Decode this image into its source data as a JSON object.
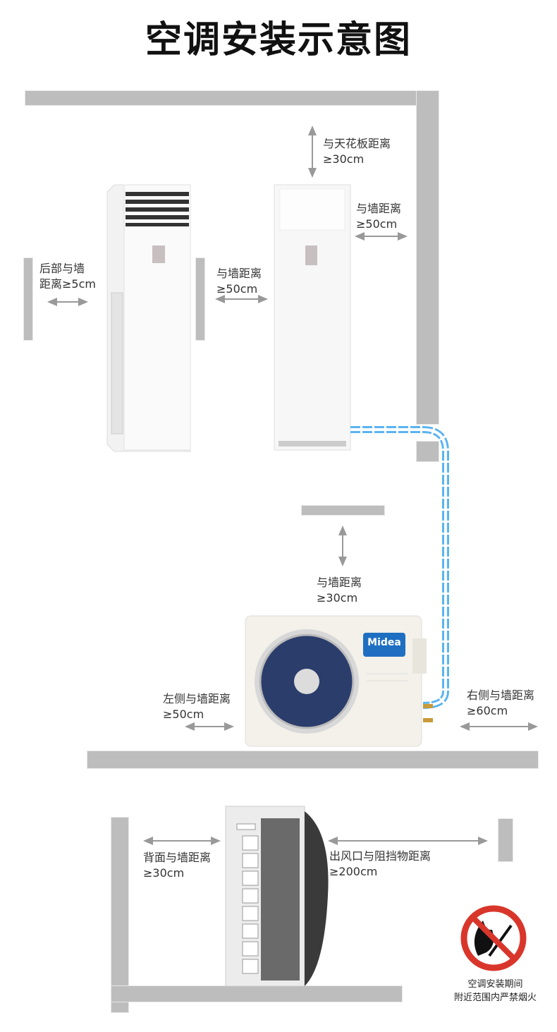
{
  "title": "空调安装示意图",
  "indoor": {
    "back_wall_l1": "后部与墙",
    "back_wall_l2": "距离≥5cm",
    "side_wall_l1": "与墙距离",
    "side_wall_l2": "≥50cm",
    "ceiling_l1": "与天花板距离",
    "ceiling_l2": "≥30cm",
    "right_wall_l1": "与墙距离",
    "right_wall_l2": "≥50cm"
  },
  "outdoor": {
    "top_wall_l1": "与墙距离",
    "top_wall_l2": "≥30cm",
    "left_wall_l1": "左侧与墙距离",
    "left_wall_l2": "≥50cm",
    "right_wall_l1": "右侧与墙距离",
    "right_wall_l2": "≥60cm",
    "brand": "Midea",
    "back_wall_l1": "背面与墙距离",
    "back_wall_l2": "≥30cm",
    "outlet_l1": "出风口与阻挡物距离",
    "outlet_l2": "≥200cm"
  },
  "warning": {
    "l1": "空调安装期间",
    "l2": "附近范围内严禁烟火"
  },
  "colors": {
    "wall": "#bdbdbd",
    "pipe": "#5ab4f0",
    "sign": "#d9362b",
    "arrow": "#999999"
  }
}
